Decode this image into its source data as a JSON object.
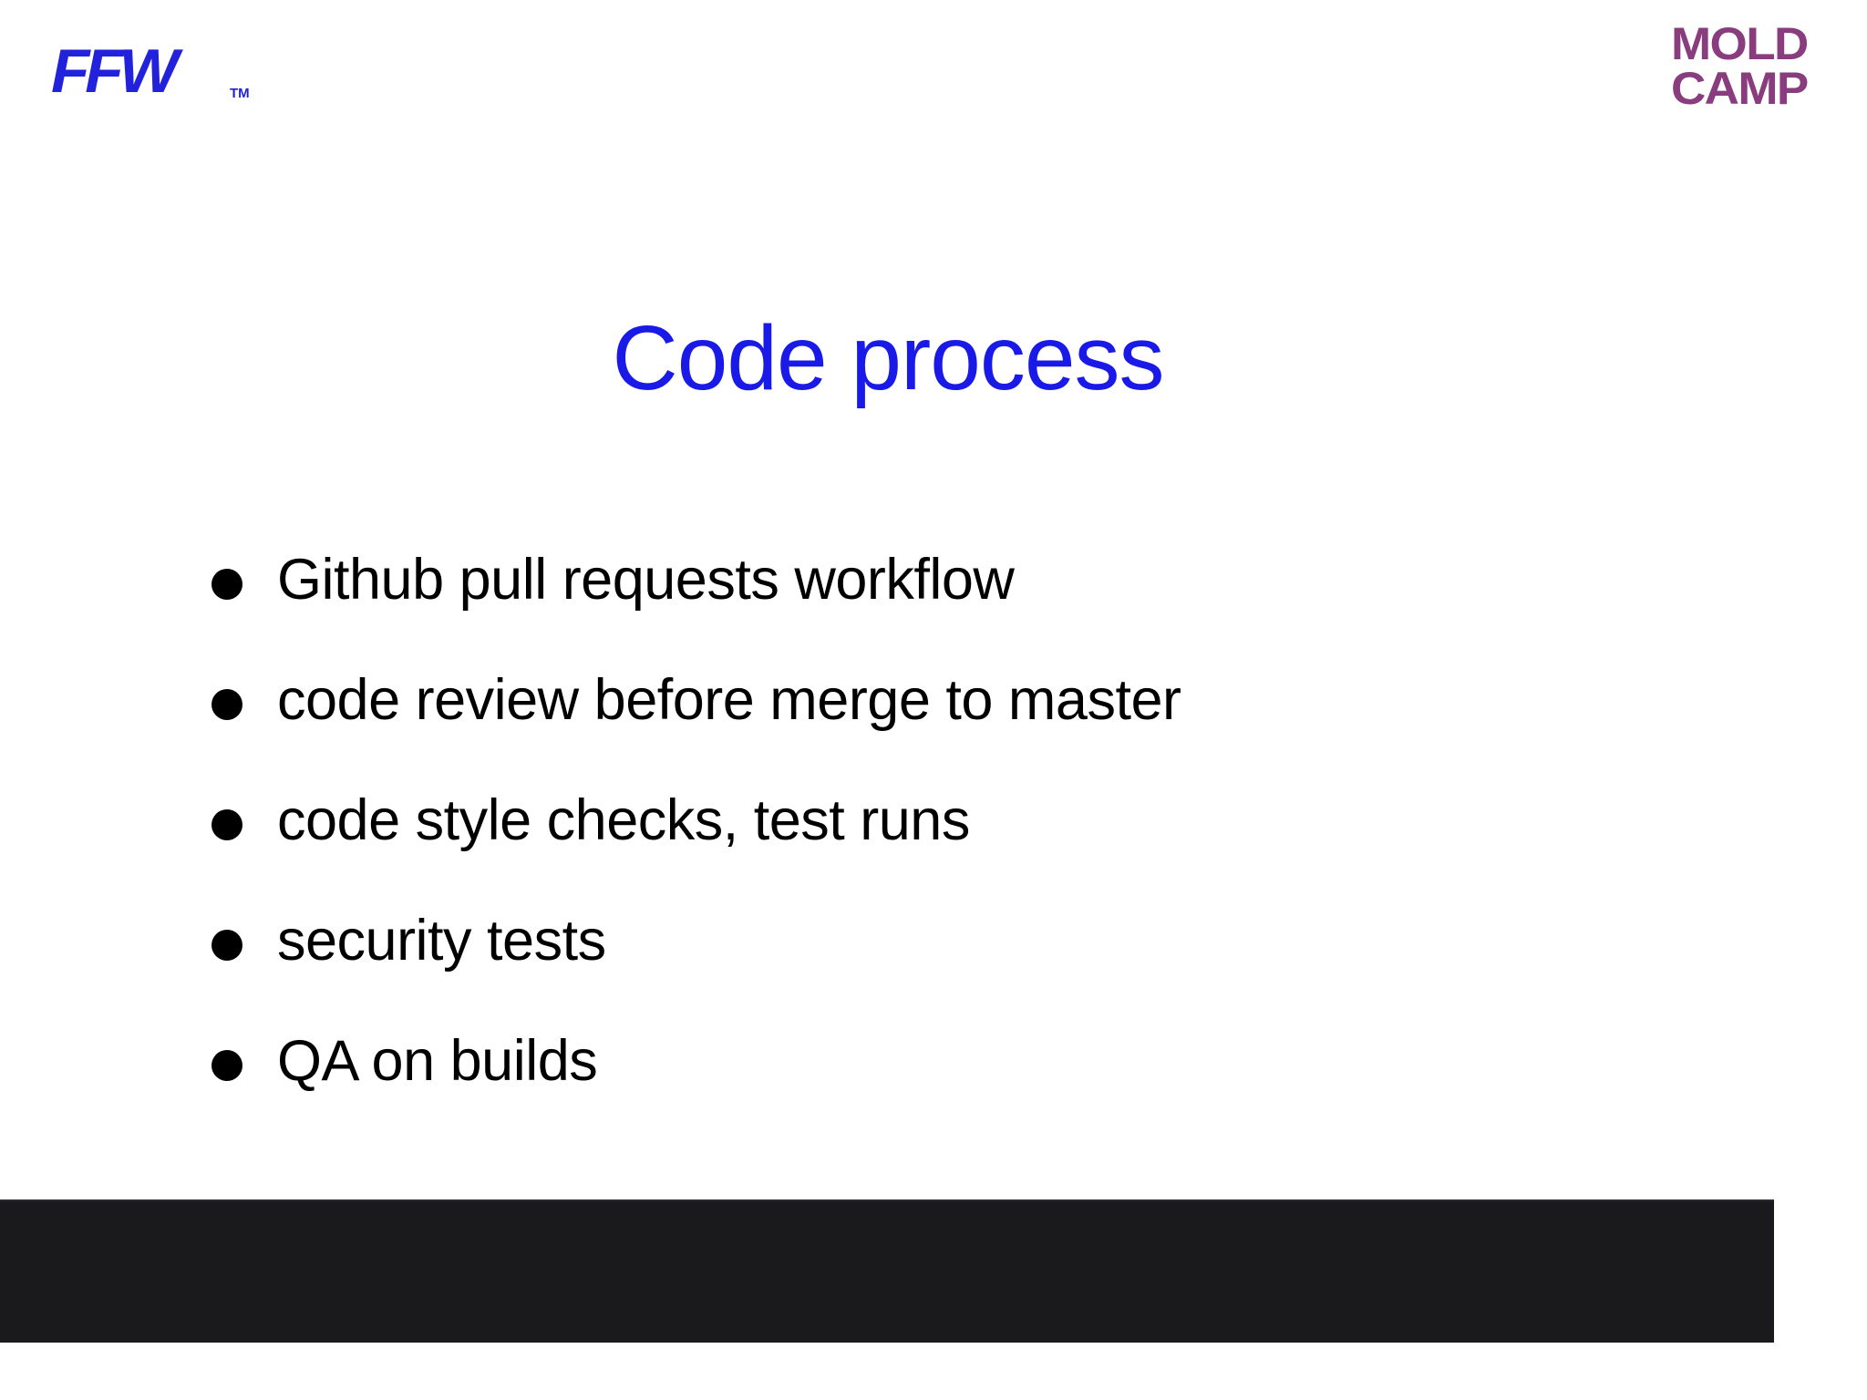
{
  "slide": {
    "background_color": "#ffffff",
    "title": "Code process",
    "title_color": "#1a1ae8"
  },
  "brand_left": {
    "name": "ffw-logo",
    "wordmark": "FFW",
    "trademark": "TM",
    "color": "#2222dd"
  },
  "brand_right": {
    "name": "moldcamp-logo",
    "line1": "MOLD",
    "line2": "CAMP",
    "color": "#8a3d7e"
  },
  "bullets": [
    {
      "text": "Github pull requests workflow"
    },
    {
      "text": "code review before merge to master"
    },
    {
      "text": "code style checks, test runs"
    },
    {
      "text": "security tests"
    },
    {
      "text": "QA on builds"
    }
  ],
  "footer": {
    "color": "#1a1a1d",
    "text": ""
  }
}
